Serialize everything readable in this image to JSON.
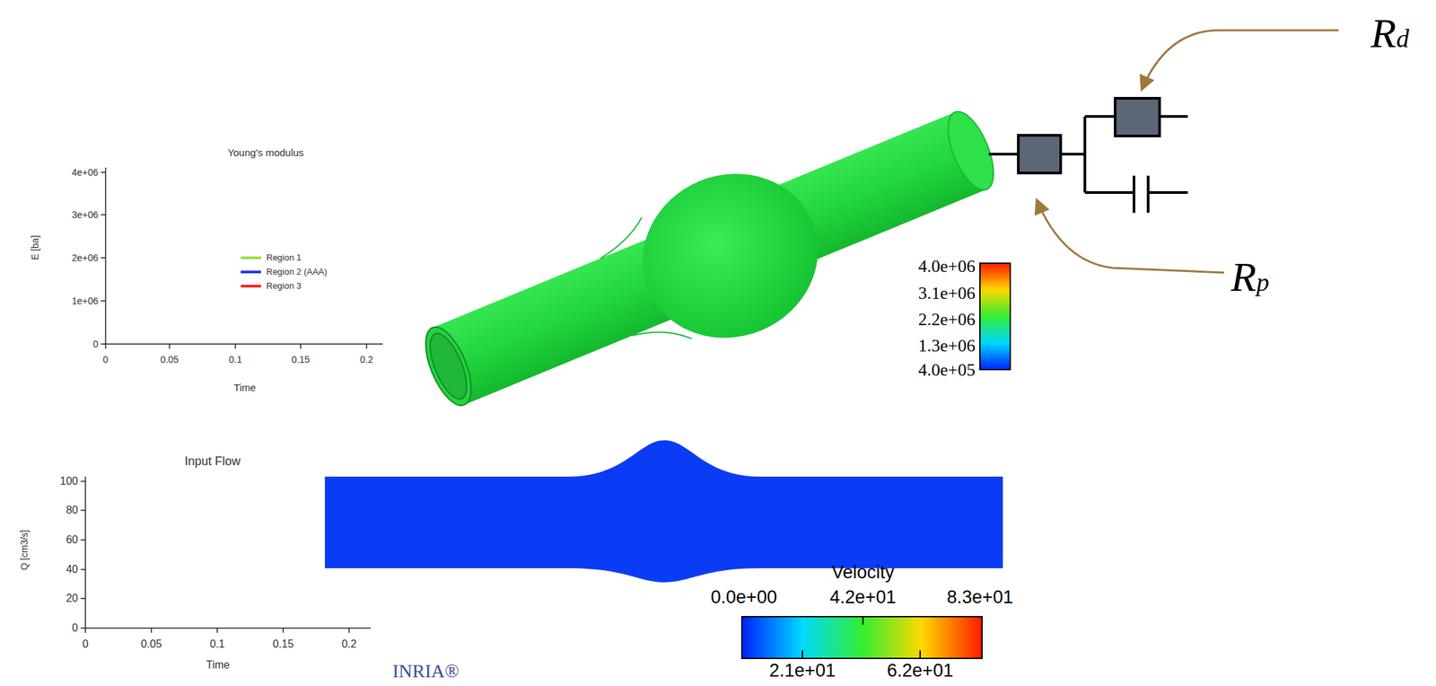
{
  "diagram": {
    "labels": [
      "Young's modulus",
      "4e+06",
      "3e+06",
      "2e+06",
      "1e+06",
      "0",
      "0",
      "0.05",
      "0.1",
      "0.15",
      "0.2",
      "Time",
      "E [ba]",
      "Input Flow",
      "100",
      "80",
      "60",
      "40",
      "20",
      "0",
      "0",
      "0.05",
      "0.1",
      "0.15",
      "0.2",
      "Time",
      "Q [cm3/s]",
      "4.0e+06",
      "3.1e+06",
      "2.2e+06",
      "1.3e+06",
      "4.0e+05",
      "Velocity",
      "0.0e+00",
      "4.2e+01",
      "8.3e+01",
      "2.1e+01",
      "6.2e+01",
      "INRIA®",
      "Rd",
      "Rp"
    ],
    "legend": [
      {
        "text": "Region 1",
        "color": "#99dd44"
      },
      {
        "text": "Region 2 (AAA)",
        "color": "#2233ff"
      },
      {
        "text": "Region 3",
        "color": "#ff2222"
      }
    ]
  }
}
